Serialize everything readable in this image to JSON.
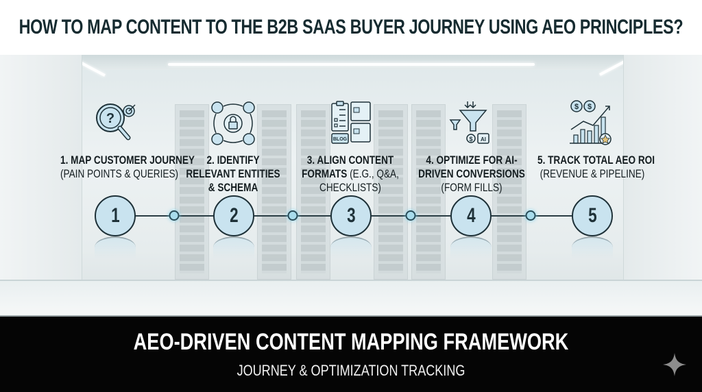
{
  "header": {
    "title": "HOW TO MAP CONTENT TO THE B2B SAAS BUYER JOURNEY USING AEO PRINCIPLES?"
  },
  "steps": [
    {
      "number": "1",
      "icon": "magnifier-question-target-icon",
      "title": "1. MAP CUSTOMER JOURNEY",
      "subtitle": "(PAIN POINTS & QUERIES)"
    },
    {
      "number": "2",
      "icon": "entity-network-lock-icon",
      "title": "2. IDENTIFY RELEVANT ENTITIES & SCHEMA",
      "subtitle": ""
    },
    {
      "number": "3",
      "icon": "checklist-blog-documents-icon",
      "title": "3. ALIGN CONTENT FORMATS",
      "subtitle": "(E.G., Q&A, CHECKLISTS)"
    },
    {
      "number": "4",
      "icon": "funnel-ai-dollar-icon",
      "title": "4. OPTIMIZE FOR AI-DRIVEN CONVERSIONS",
      "subtitle": "(FORM FILLS)"
    },
    {
      "number": "5",
      "icon": "revenue-growth-chart-icon",
      "title": "5. TRACK TOTAL AEO ROI",
      "subtitle": "(REVENUE & PIPELINE)"
    }
  ],
  "labels": {
    "s1_line1": "1. MAP CUSTOMER JOURNEY",
    "s1_line2": "(PAIN POINTS & QUERIES)",
    "s2_line1": "2. IDENTIFY",
    "s2_line2": "RELEVANT ENTITIES",
    "s2_line3": "& SCHEMA",
    "s3_line1": "3. ALIGN CONTENT",
    "s3_line2a": "FORMATS",
    "s3_line2b": " (E.G., Q&A,",
    "s3_line3": "CHECKLISTS)",
    "s4_line1": "4. OPTIMIZE FOR AI-",
    "s4_line2": "DRIVEN CONVERSIONS",
    "s4_line3": "(FORM FILLS)",
    "s5_line1": "5. TRACK TOTAL AEO ROI",
    "s5_line2": "(REVENUE & PIPELINE)",
    "blog_tag": "BLOG",
    "ai_tag": "AI"
  },
  "footer": {
    "title": "AEO-DRIVEN CONTENT MAPPING FRAMEWORK",
    "subtitle": "JOURNEY & OPTIMIZATION TRACKING"
  },
  "colors": {
    "accent": "#c9e3ef",
    "ink": "#1e3138",
    "footer_bg": "#050505"
  }
}
